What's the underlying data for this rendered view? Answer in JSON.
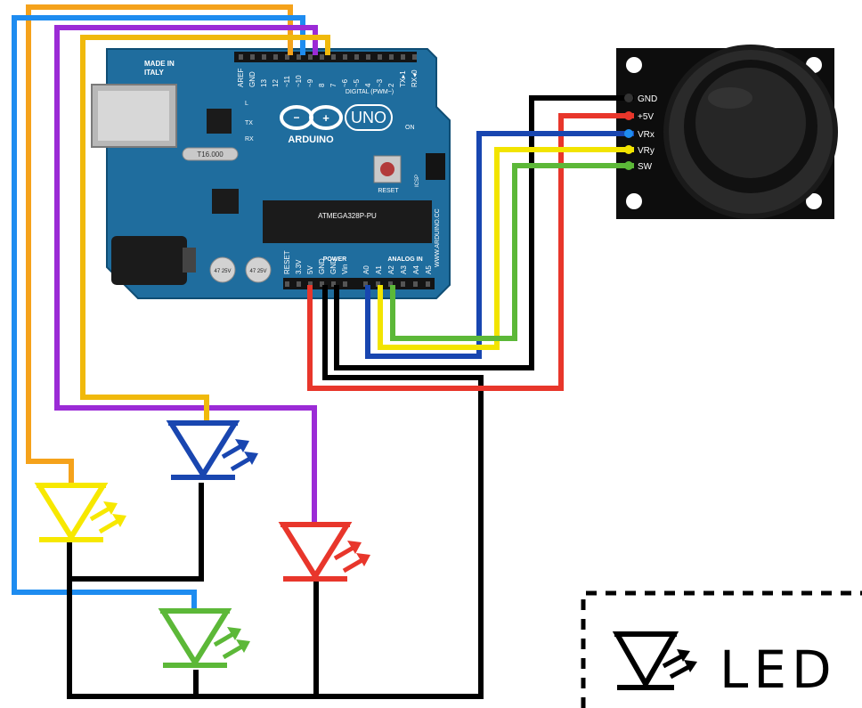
{
  "board": {
    "made_in": "MADE IN ITALY",
    "logo": "ARDUINO",
    "model": "UNO",
    "digital_label": "DIGITAL (PWM~)",
    "digital_pins": [
      "AREF",
      "GND",
      "13",
      "12",
      "~11",
      "~10",
      "~9",
      "8",
      "7",
      "~6",
      "~5",
      "4",
      "~3",
      "2",
      "TX▸1",
      "RX◂0"
    ],
    "tx_label": "TX",
    "rx_label": "RX",
    "on_label": "ON",
    "l_label": "L",
    "crystal": "T16.000",
    "reset_label": "RESET",
    "icsp_label": "ICSP",
    "site": "WWW.ARDUINO.CC",
    "chip_text": "ATMEGA328P-PU",
    "power_label": "POWER",
    "analog_label": "ANALOG IN",
    "power_pins": [
      "RESET",
      "3.3V",
      "5V",
      "GND",
      "GND",
      "Vin"
    ],
    "analog_pins": [
      "A0",
      "A1",
      "A2",
      "A3",
      "A4",
      "A5"
    ],
    "cap_text": "47 25V"
  },
  "joystick": {
    "pins": [
      "GND",
      "+5V",
      "VRx",
      "VRy",
      "SW"
    ]
  },
  "legend": {
    "label": "LED"
  },
  "colors": {
    "board": "#1f6d9e",
    "wire_orange": "#f5a21b",
    "wire_blue": "#1e8cf0",
    "wire_purple": "#9b2bd6",
    "wire_gold": "#f0b90b",
    "wire_black": "#000000",
    "wire_red": "#e8362b",
    "wire_dark_blue": "#1846b0",
    "wire_yellow": "#f2e400",
    "wire_green": "#5cb838",
    "led_yellow": "#f7e800",
    "led_blue": "#1946b0",
    "led_red": "#e8362b",
    "led_green": "#5cb838"
  },
  "leds": [
    {
      "id": "led-yellow",
      "color": "yellow"
    },
    {
      "id": "led-blue",
      "color": "blue"
    },
    {
      "id": "led-red",
      "color": "red"
    },
    {
      "id": "led-green",
      "color": "green"
    }
  ]
}
